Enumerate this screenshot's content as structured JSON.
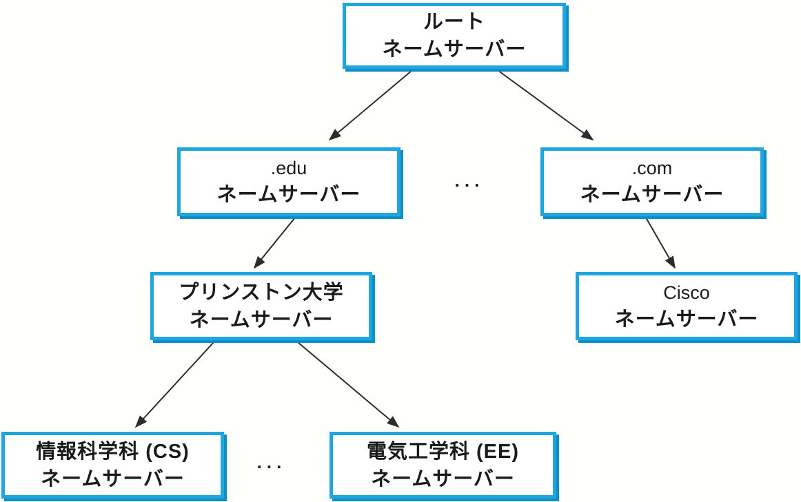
{
  "diagram": {
    "description": "DNS name server hierarchy tree",
    "colors": {
      "box_border": "#1FA6DF",
      "box_shadow": "#108FC7",
      "arrow": "#2B2B2B",
      "text": "#1A1A1A",
      "box_fill": "#FFFFFF"
    },
    "nodes": [
      {
        "id": "root",
        "line1": "ルート",
        "line2": "ネームサーバー"
      },
      {
        "id": "edu",
        "line1": ".edu",
        "line2": "ネームサーバー"
      },
      {
        "id": "com",
        "line1": ".com",
        "line2": "ネームサーバー"
      },
      {
        "id": "princeton",
        "line1": "プリンストン大学",
        "line2": "ネームサーバー"
      },
      {
        "id": "cisco",
        "line1": "Cisco",
        "line2": "ネームサーバー"
      },
      {
        "id": "cs",
        "line1": "情報科学科 (CS)",
        "line2": "ネームサーバー"
      },
      {
        "id": "ee",
        "line1": "電気工学科 (EE)",
        "line2": "ネームサーバー"
      }
    ],
    "ellipsis_top": "...",
    "ellipsis_bottom": "...",
    "edges": [
      {
        "from": "root",
        "to": "edu"
      },
      {
        "from": "root",
        "to": "com"
      },
      {
        "from": "edu",
        "to": "princeton"
      },
      {
        "from": "com",
        "to": "cisco"
      },
      {
        "from": "princeton",
        "to": "cs"
      },
      {
        "from": "princeton",
        "to": "ee"
      }
    ]
  }
}
